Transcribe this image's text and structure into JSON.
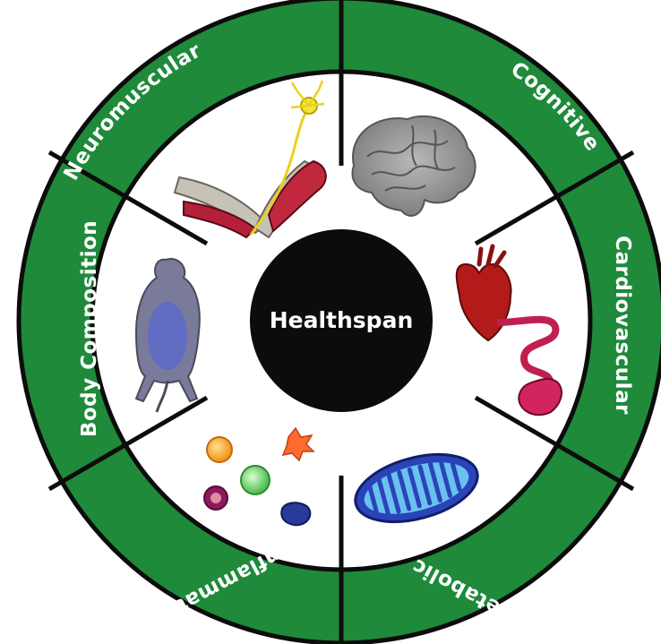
{
  "diagram": {
    "center_label": "Healthspan",
    "segments": [
      {
        "id": "cognitive",
        "label": "Cognitive",
        "icon": "brain-icon"
      },
      {
        "id": "cardiovascular",
        "label": "Cardiovascular",
        "icon": "heart-aorta-icon"
      },
      {
        "id": "metabolic",
        "label": "Metabolic",
        "icon": "mitochondrion-icon"
      },
      {
        "id": "inflammation",
        "label": "Inflammation",
        "icon": "immune-cells-icon"
      },
      {
        "id": "body-composition",
        "label": "Body Composition",
        "icon": "mouse-body-scan-icon"
      },
      {
        "id": "neuromuscular",
        "label": "Neuromuscular",
        "icon": "arm-muscle-neuron-icon"
      }
    ]
  },
  "colors": {
    "ring_fill": "#1e8a3a",
    "ring_stroke": "#0c0c0c",
    "inner_fill": "#ffffff",
    "center_fill": "#0c0c0c",
    "label_text": "#ffffff"
  }
}
